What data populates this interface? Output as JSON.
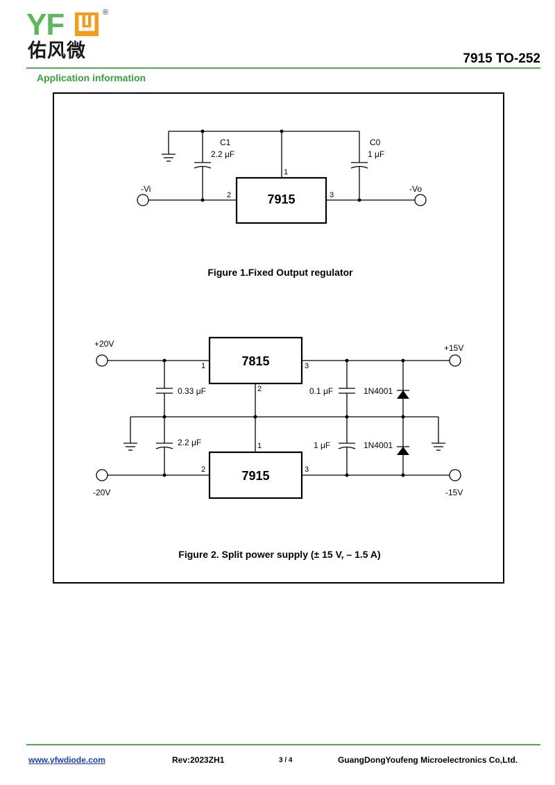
{
  "header": {
    "logo_text": "YFW",
    "logo_cn": "佑风微",
    "part_title": "7915 TO-252",
    "section": "Application information"
  },
  "figure1": {
    "caption": "Figure 1.Fixed Output regulator",
    "ic_label": "7915",
    "c1_name": "C1",
    "c1_value": "2.2 μF",
    "c0_name": "C0",
    "c0_value": "1 μF",
    "input_label": "-Vi",
    "output_label": "-Vo",
    "pin1": "1",
    "pin2": "2",
    "pin3": "3"
  },
  "figure2": {
    "caption": "Figure 2. Split power supply (± 15 V,  – 1.5 A)",
    "top_ic": "7815",
    "bottom_ic": "7915",
    "in_pos": "+20V",
    "in_neg": "-20V",
    "out_pos": "+15V",
    "out_neg": "-15V",
    "cap_033": "0.33 μF",
    "cap_22": "2.2 μF",
    "cap_01": "0.1 μF",
    "cap_1": "1 μF",
    "diode_top": "1N4001",
    "diode_bottom": "1N4001",
    "top_pin1": "1",
    "top_pin2": "2",
    "top_pin3": "3",
    "bot_pin1": "1",
    "bot_pin2": "2",
    "bot_pin3": "3"
  },
  "footer": {
    "website": "www.yfwdiode.com",
    "revision": "Rev:2023ZH1",
    "page": "3 / 4",
    "company": "GuangDongYoufeng Microelectronics Co,Ltd."
  },
  "colors": {
    "brand_green": "#4caf50",
    "link_blue": "#1a3fbf"
  }
}
